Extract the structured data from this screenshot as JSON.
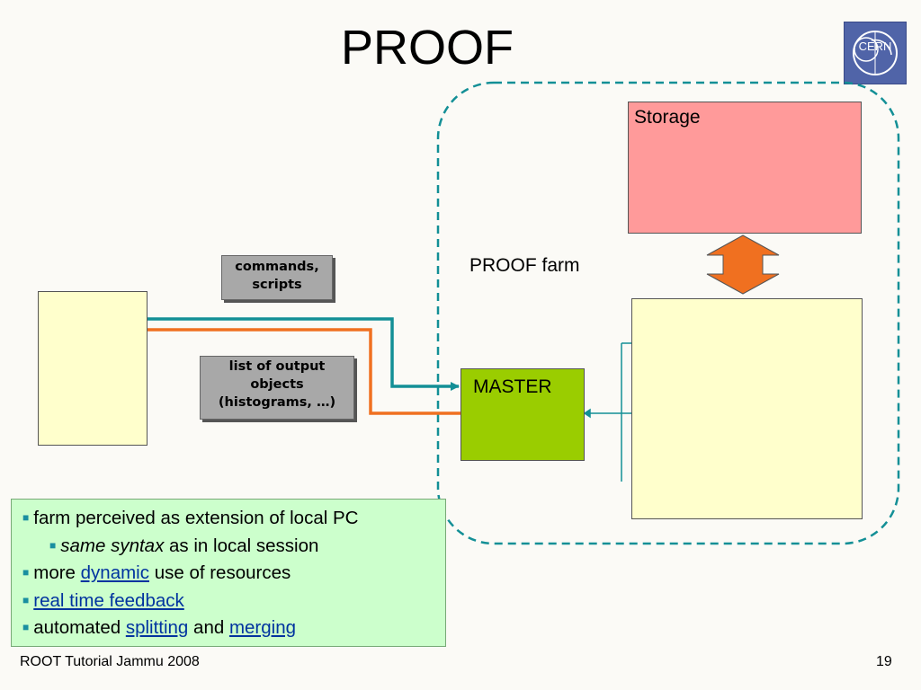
{
  "slide": {
    "title": "PROOF",
    "farm_label": "PROOF farm",
    "storage_label": "Storage",
    "master_label": "MASTER",
    "logo_text": "CERN",
    "tag_commands": [
      "commands,",
      "scripts"
    ],
    "tag_output": [
      "list of output",
      "objects",
      "(histograms, …)"
    ],
    "bullets": {
      "b1": "farm perceived as extension of local PC",
      "b2_italic": "same syntax",
      "b2_rest": " as in local session",
      "b3_pre": "more ",
      "b3_link": "dynamic",
      "b3_post": " use of resources",
      "b4_link": "real time feedback",
      "b5_pre": "automated ",
      "b5_link1": "splitting",
      "b5_mid": " and ",
      "b5_link2": "merging"
    },
    "footer_left": "ROOT Tutorial Jammu 2008",
    "page_number": "19"
  },
  "colors": {
    "teal": "#138f96",
    "orange": "#f07020",
    "storage_fill": "#ff9a9a",
    "master_fill": "#9acd00",
    "node_fill": "#66ff99",
    "node_active": "#0b8080",
    "bullet_fill": "#ccffcc"
  }
}
